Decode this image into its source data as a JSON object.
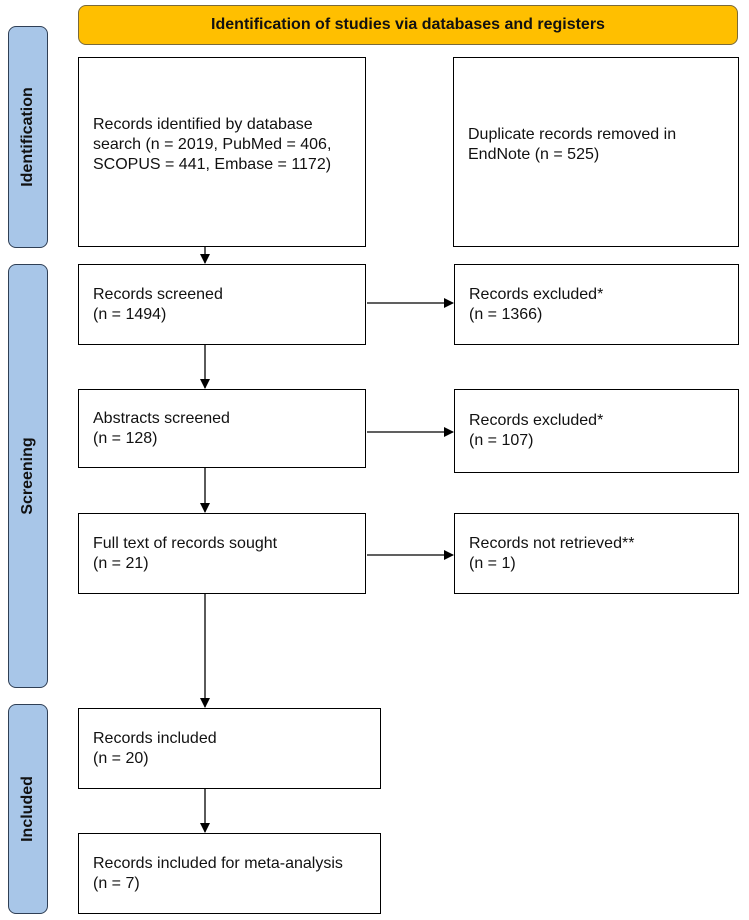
{
  "banner": {
    "title": "Identification of studies via databases and registers"
  },
  "phases": {
    "identification": "Identification",
    "screening": "Screening",
    "included": "Included"
  },
  "boxes": {
    "records_identified": {
      "text": "Records identified by database search (n = 2019, PubMed = 406, SCOPUS = 441, Embase = 1172)"
    },
    "duplicates_removed": {
      "text": "Duplicate records removed in EndNote (n = 525)"
    },
    "records_screened": {
      "label": "Records screened",
      "count": "(n = 1494)"
    },
    "records_excluded_1": {
      "label": "Records excluded*",
      "count": "(n = 1366)"
    },
    "abstracts_screened": {
      "label": "Abstracts screened",
      "count": "(n = 128)"
    },
    "records_excluded_2": {
      "label": "Records excluded*",
      "count": "(n = 107)"
    },
    "full_text_sought": {
      "label": "Full text of records sought",
      "count": "(n = 21)"
    },
    "records_not_retrieved": {
      "label": "Records not retrieved**",
      "count": "(n = 1)"
    },
    "records_included": {
      "label": "Records included",
      "count": "(n = 20)"
    },
    "meta_analysis": {
      "label": "Records included for meta-analysis",
      "count": "(n = 7)"
    }
  },
  "colors": {
    "banner": "#ffbf00",
    "phase_label": "#a8c6e8",
    "border": "#000000"
  }
}
